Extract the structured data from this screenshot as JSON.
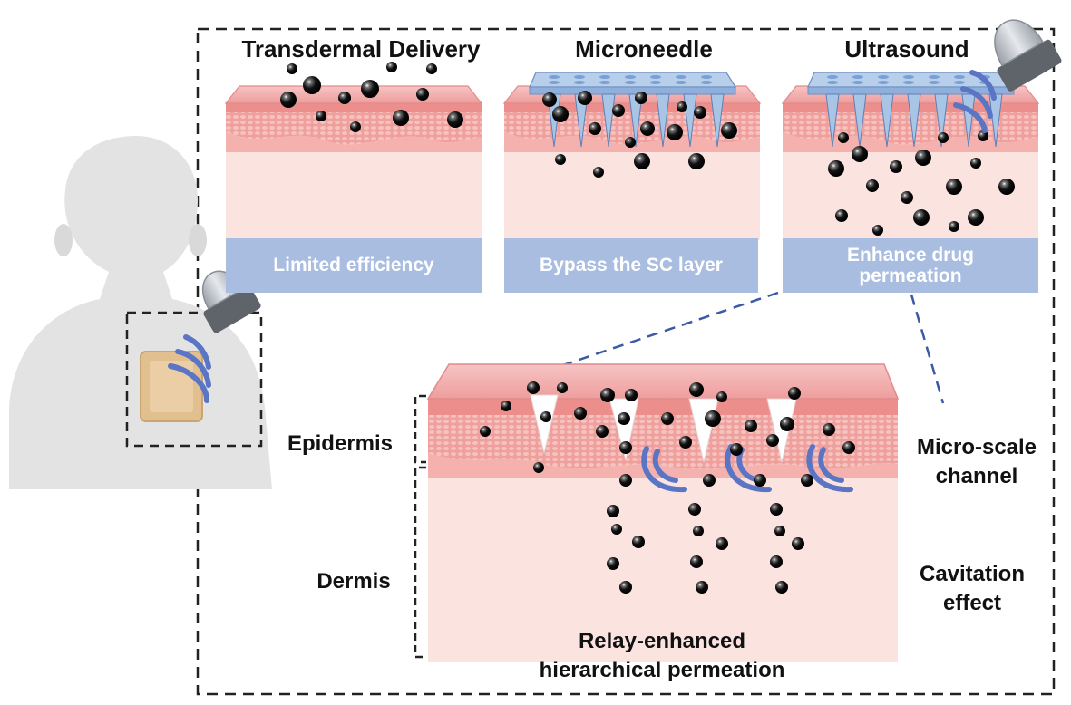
{
  "panels": [
    {
      "title": "Transdermal Delivery",
      "caption": "Limited efficiency"
    },
    {
      "title": "Microneedle",
      "caption": "Bypass the SC layer"
    },
    {
      "title": "Ultrasound",
      "caption_line1": "Enhance drug",
      "caption_line2": "permeation"
    }
  ],
  "detail": {
    "left_labels": {
      "epidermis": "Epidermis",
      "dermis": "Dermis"
    },
    "right_labels": {
      "channel_line1": "Micro-scale",
      "channel_line2": "channel",
      "cavitation_line1": "Cavitation",
      "cavitation_line2": "effect"
    },
    "bottom_line1": "Relay-enhanced",
    "bottom_line2": "hierarchical permeation"
  },
  "colors": {
    "skin_top": "#f2a9a9",
    "skin_mid": "#e98c8c",
    "dermis": "#fbe3e0",
    "caption_bg": "#a9bde0",
    "wave": "#5b75c5",
    "needle_patch": "#a9c5e6",
    "probe": "#b8bcc2",
    "patch": "#e3c08f",
    "person": "#e1e1e1",
    "dash": "#222222"
  },
  "icons": [
    "person-silhouette",
    "ultrasound-probe-icon",
    "sound-wave-icon",
    "microneedle-patch-icon",
    "drug-particle-icon",
    "adhesive-patch-icon"
  ]
}
